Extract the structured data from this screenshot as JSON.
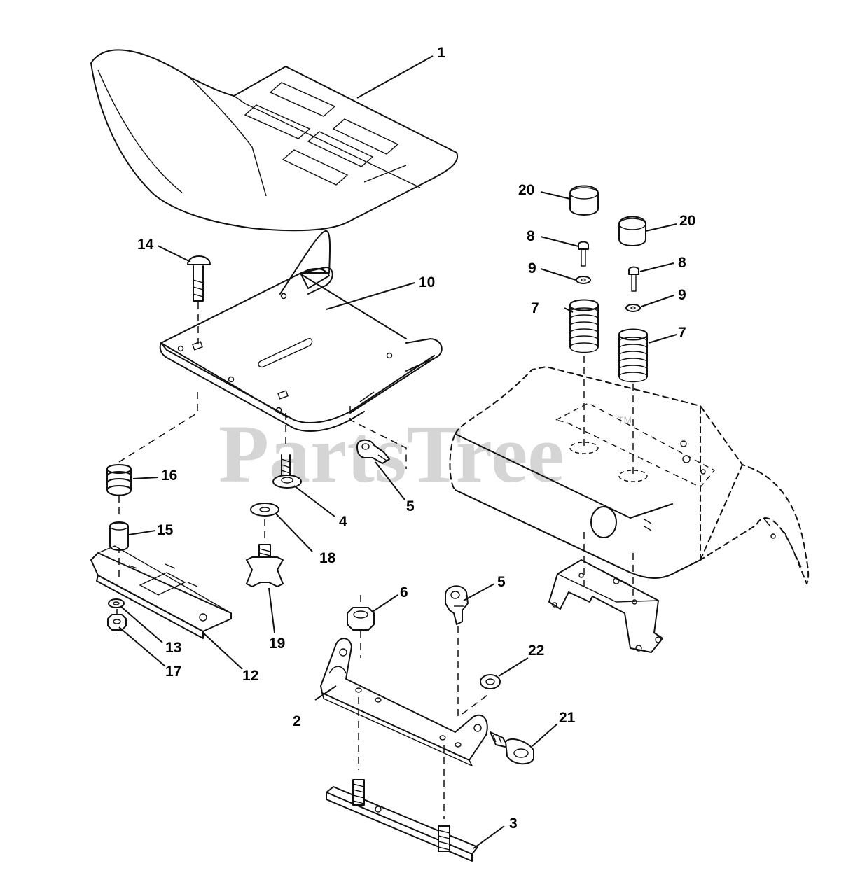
{
  "watermark": {
    "text": "PartsTree",
    "trademark": "TM"
  },
  "callouts": [
    {
      "id": "1",
      "label": "1"
    },
    {
      "id": "2",
      "label": "2"
    },
    {
      "id": "3",
      "label": "3"
    },
    {
      "id": "4",
      "label": "4"
    },
    {
      "id": "5a",
      "label": "5"
    },
    {
      "id": "5b",
      "label": "5"
    },
    {
      "id": "6",
      "label": "6"
    },
    {
      "id": "7a",
      "label": "7"
    },
    {
      "id": "7b",
      "label": "7"
    },
    {
      "id": "8a",
      "label": "8"
    },
    {
      "id": "8b",
      "label": "8"
    },
    {
      "id": "9a",
      "label": "9"
    },
    {
      "id": "9b",
      "label": "9"
    },
    {
      "id": "10",
      "label": "10"
    },
    {
      "id": "12",
      "label": "12"
    },
    {
      "id": "13",
      "label": "13"
    },
    {
      "id": "14",
      "label": "14"
    },
    {
      "id": "15",
      "label": "15"
    },
    {
      "id": "16",
      "label": "16"
    },
    {
      "id": "17",
      "label": "17"
    },
    {
      "id": "18",
      "label": "18"
    },
    {
      "id": "19",
      "label": "19"
    },
    {
      "id": "20a",
      "label": "20"
    },
    {
      "id": "20b",
      "label": "20"
    },
    {
      "id": "21",
      "label": "21"
    },
    {
      "id": "22",
      "label": "22"
    }
  ]
}
